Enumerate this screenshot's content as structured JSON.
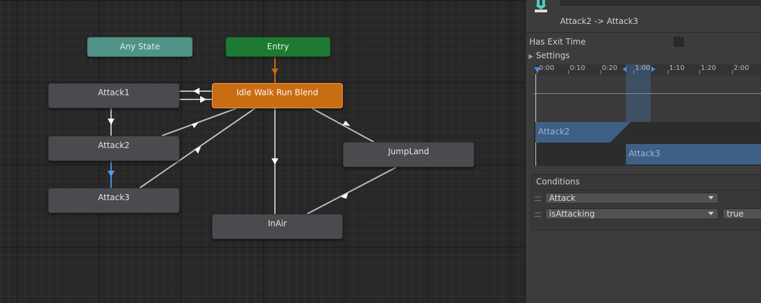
{
  "graph": {
    "nodes": {
      "any_state": "Any State",
      "entry": "Entry",
      "idle_walk_run": "Idle Walk Run Blend",
      "attack1": "Attack1",
      "attack2": "Attack2",
      "attack3": "Attack3",
      "jumpland": "JumpLand",
      "inair": "InAir"
    },
    "colors": {
      "any_state": "#4f9386",
      "entry": "#1e7a32",
      "default_state": "#c96d14",
      "state": "#4a4b4e",
      "selected_transition": "#4a90d9"
    }
  },
  "inspector": {
    "transition_title": "Attack2 -> Attack3",
    "has_exit_time_label": "Has Exit Time",
    "has_exit_time_checked": false,
    "settings_label": "Settings",
    "timeline": {
      "ticks": [
        "0:00",
        "0:10",
        "0:20",
        "1:00",
        "1:10",
        "1:20",
        "2:00"
      ],
      "from_clip": "Attack2",
      "to_clip": "Attack3"
    },
    "conditions": {
      "header": "Conditions",
      "items": [
        {
          "parameter": "Attack"
        },
        {
          "parameter": "isAttacking",
          "value": "true"
        }
      ]
    }
  }
}
